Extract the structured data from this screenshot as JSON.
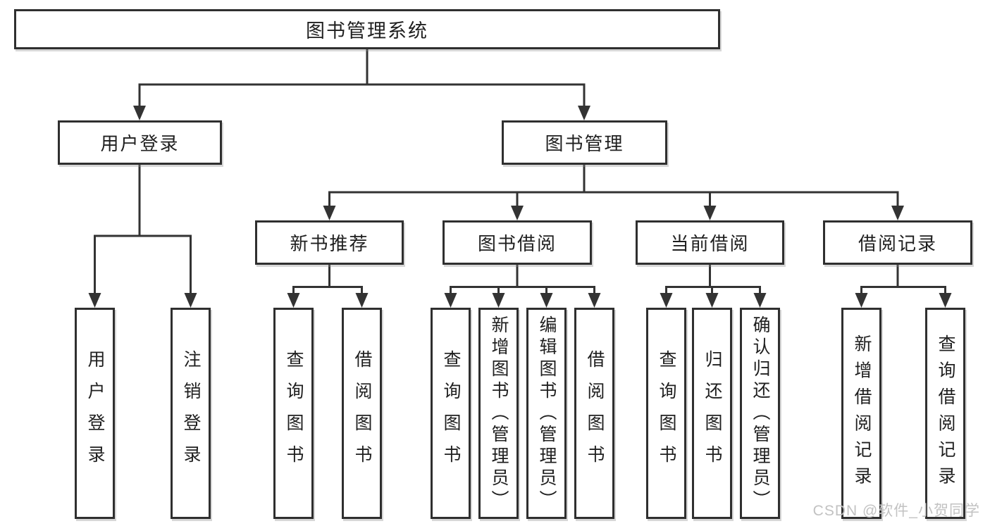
{
  "tree": {
    "label": "图书管理系统",
    "children": [
      {
        "label": "用户登录",
        "children": [
          {
            "label": "用户登录"
          },
          {
            "label": "注销登录"
          }
        ]
      },
      {
        "label": "图书管理",
        "children": [
          {
            "label": "新书推荐",
            "children": [
              {
                "label": "查询图书"
              },
              {
                "label": "借阅图书"
              }
            ]
          },
          {
            "label": "图书借阅",
            "children": [
              {
                "label": "查询图书"
              },
              {
                "label": "新增图书（管理员）"
              },
              {
                "label": "编辑图书（管理员）"
              },
              {
                "label": "借阅图书"
              }
            ]
          },
          {
            "label": "当前借阅",
            "children": [
              {
                "label": "查询图书"
              },
              {
                "label": "归还图书"
              },
              {
                "label": "确认归还（管理员）"
              }
            ]
          },
          {
            "label": "借阅记录",
            "children": [
              {
                "label": "新增借阅记录"
              },
              {
                "label": "查询借阅记录"
              }
            ]
          }
        ]
      }
    ]
  },
  "watermark": {
    "text": "CSDN @软件_小贺同学"
  },
  "colors": {
    "line": "#333333",
    "box_border": "#2f2f2f",
    "text": "#1f1f1f",
    "watermark": "#c2c2c2",
    "background": "#ffffff"
  }
}
